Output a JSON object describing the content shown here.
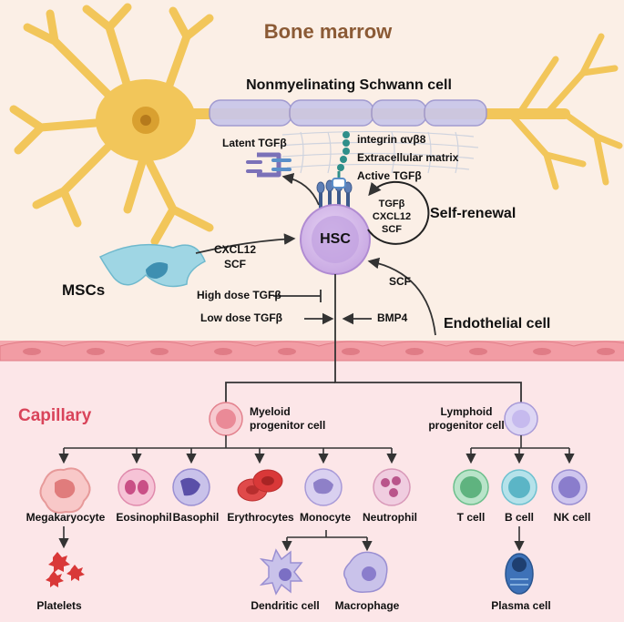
{
  "regions": {
    "bone_marrow": "Bone marrow",
    "capillary": "Capillary"
  },
  "cells": {
    "schwann": "Nonmyelinating Schwann cell",
    "hsc": "HSC",
    "mscs": "MSCs",
    "endothelial": "Endothelial cell",
    "myeloid_line1": "Myeloid",
    "myeloid_line2": "progenitor cell",
    "lymphoid_line1": "Lymphoid",
    "lymphoid_line2": "progenitor cell"
  },
  "factors": {
    "latent_tgfb": "Latent TGFβ",
    "integrin": "integrin αvβ8",
    "ecm": "Extracellular matrix",
    "active_tgfb": "Active TGFβ",
    "self_renewal": "Self-renewal",
    "loop_1": "TGFβ",
    "loop_2": "CXCL12",
    "loop_3": "SCF",
    "msc_1": "CXCL12",
    "msc_2": "SCF",
    "high_dose": "High dose TGFβ",
    "low_dose": "Low dose TGFβ",
    "endo_scf": "SCF",
    "bmp4": "BMP4"
  },
  "myeloid_cells": [
    "Megakaryocyte",
    "Eosinophil",
    "Basophil",
    "Erythrocytes",
    "Monocyte",
    "Neutrophil"
  ],
  "lymphoid_cells": [
    "T cell",
    "B cell",
    "NK cell"
  ],
  "derived": {
    "platelets": "Platelets",
    "dendritic": "Dendritic cell",
    "macrophage": "Macrophage",
    "plasma": "Plasma cell"
  },
  "colors": {
    "marrow_bg": "#fbefe6",
    "capillary_bg": "#fbe3e6",
    "neuron": "#f2c65a",
    "schwann": "#c9c6ea",
    "hsc": "#d9c2ec",
    "msc": "#9fd6e4",
    "region_title_marrow": "#8b5a35",
    "region_title_capillary": "#d9445a"
  }
}
